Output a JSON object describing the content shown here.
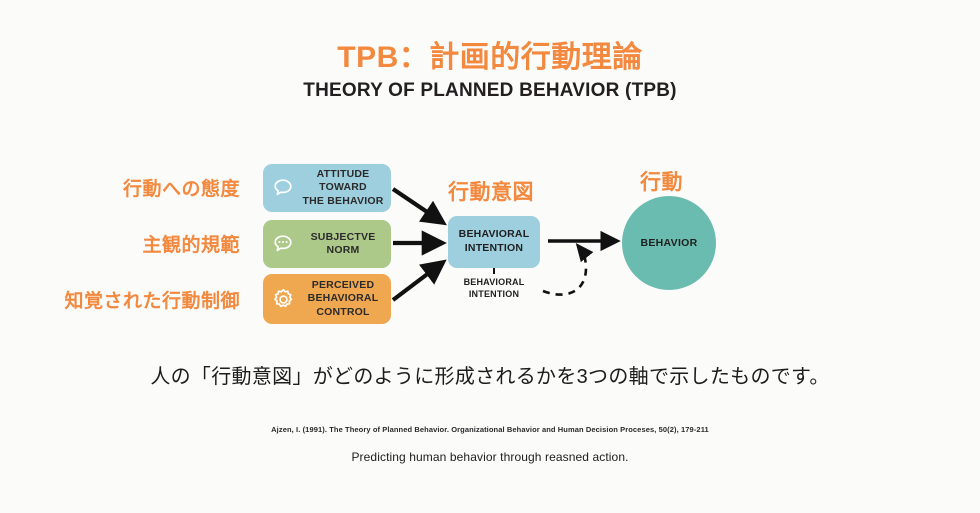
{
  "slide": {
    "background_color": "#fbfbfa",
    "accent_orange": "#f2893f",
    "box_blue": "#9ecfdf",
    "box_green": "#adc98a",
    "box_orange": "#f0a850",
    "circle_teal": "#6bbcb0"
  },
  "header": {
    "title_jp": "TPB：計画的行動理論",
    "title_en": "THEORY OF PLANNED BEHAVIOR (TPB)"
  },
  "side_labels": [
    {
      "text": "行動への態度"
    },
    {
      "text": "主観的規範"
    },
    {
      "text": "知覚された行動制御"
    }
  ],
  "determinants": [
    {
      "label": "ATTITUDE TOWARD\nTHE BEHAVIOR",
      "icon": "speech-bubble-icon",
      "color": "#9ecfdf"
    },
    {
      "label": "SUBJECTVE\nNORM",
      "icon": "speech-bubble-dots-icon",
      "color": "#adc98a"
    },
    {
      "label": "PERCEIVED\nBEHAVIORAL\nCONTROL",
      "icon": "gear-icon",
      "color": "#f0a850"
    }
  ],
  "intention": {
    "heading_jp": "行動意図",
    "box_label": "BEHAVIORAL\nINTENTION",
    "caption_label": "BEHAVIORAL\nINTENTION"
  },
  "behavior": {
    "heading_jp": "行動",
    "circle_label": "BEHAVIOR"
  },
  "footer": {
    "caption_jp": "人の「行動意図」がどのように形成されるかを3つの軸で示したものです。",
    "citation": "Ajzen, I. (1991). The Theory of Planned Behavior. Organizational Behavior and Human Decision Proceses, 50(2), 179-211",
    "tagline": "Predicting human behavior through reasned action."
  }
}
